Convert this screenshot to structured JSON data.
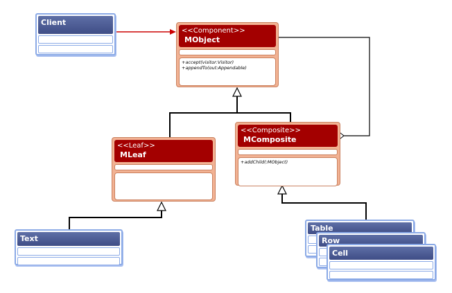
{
  "client": {
    "name": "Client"
  },
  "mobject": {
    "stereotype": "<<Component>>",
    "name": "MObject",
    "operations": [
      "+accept(visitor:Visitor)",
      "+appendTo(out:Appendable)"
    ]
  },
  "mleaf": {
    "stereotype": "<<Leaf>>",
    "name": "MLeaf"
  },
  "mcomposite": {
    "stereotype": "<<Composite>>",
    "name": "MComposite",
    "operations": [
      "+addChild(:MObject)"
    ]
  },
  "text_class": {
    "name": "Text"
  },
  "table_class": {
    "name": "Table"
  },
  "row_class": {
    "name": "Row"
  },
  "cell_class": {
    "name": "Cell"
  },
  "colors": {
    "association": "#cc0000",
    "line": "#000000",
    "component_header": "#a30000",
    "component_fill": "#f2b293",
    "class_header": "#4a5a92",
    "class_border": "#8aa9e6"
  }
}
